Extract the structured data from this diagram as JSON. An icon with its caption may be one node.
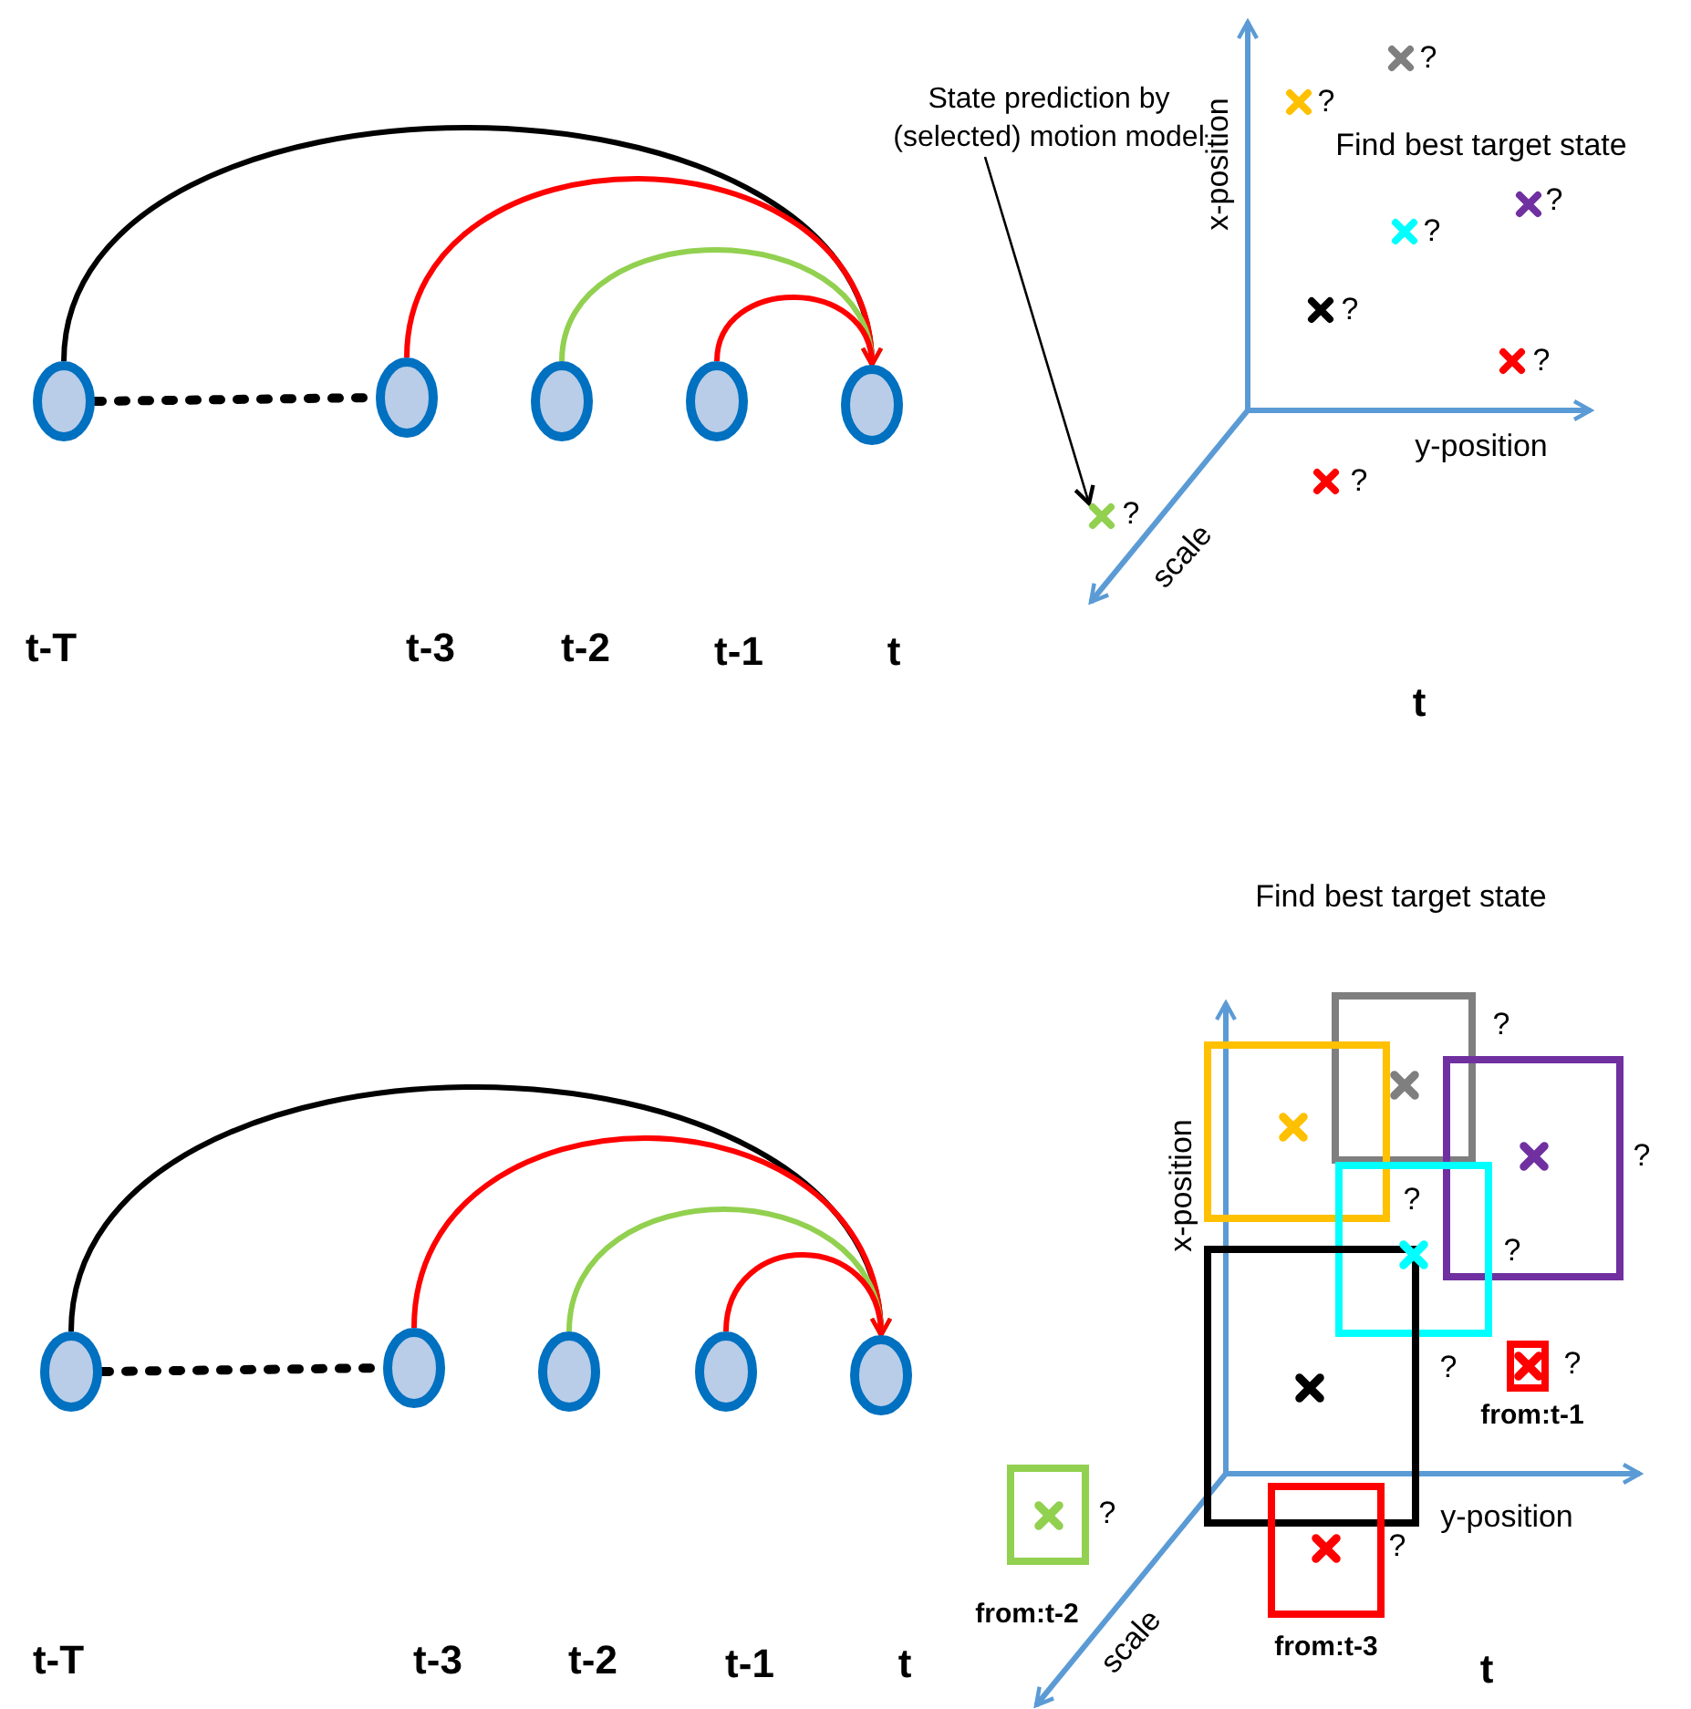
{
  "diagram": {
    "nodes": [
      {
        "text": [],
        "shape": "circle"
      },
      {
        "text": [],
        "shape": "circle"
      },
      {
        "text": [],
        "shape": "circle"
      },
      {
        "text": [],
        "shape": "circle"
      },
      {
        "text": [],
        "shape": "circle"
      },
      {
        "text": [
          "State prediction by (selected) motion model"
        ]
      },
      {
        "text": [],
        "shape": "cross",
        "beside": [
          "?"
        ]
      },
      {
        "text": [],
        "shape": "cross",
        "beside": [
          "?"
        ]
      },
      {
        "text": [],
        "shape": "cross",
        "beside": [
          "?"
        ]
      },
      {
        "text": [],
        "shape": "cross",
        "beside": [
          "?"
        ]
      },
      {
        "text": [],
        "shape": "cross",
        "beside": [
          "?"
        ]
      },
      {
        "text": [],
        "shape": "cross",
        "beside": [
          "?"
        ]
      },
      {
        "text": [],
        "shape": "cross",
        "beside": [
          "?"
        ]
      },
      {
        "text": [],
        "shape": "cross",
        "beside": [
          "?"
        ]
      },
      {
        "text": [],
        "shape": "circle"
      },
      {
        "text": [],
        "shape": "circle"
      },
      {
        "text": [],
        "shape": "circle"
      },
      {
        "text": [],
        "shape": "circle"
      },
      {
        "text": [],
        "shape": "circle"
      },
      {
        "text": [],
        "shape": "box",
        "beside": [
          "?"
        ]
      },
      {
        "text": [],
        "shape": "box",
        "beside": [
          "?"
        ]
      },
      {
        "text": [],
        "shape": "box",
        "beside": [
          "?"
        ]
      },
      {
        "text": [],
        "shape": "box",
        "beside": [
          "?"
        ]
      },
      {
        "text": [],
        "shape": "box",
        "beside": [
          "?"
        ]
      },
      {
        "text": [],
        "shape": "box",
        "beside": [
          "?",
          "from:t-1"
        ]
      },
      {
        "text": [],
        "shape": "box",
        "beside": [
          "?",
          "from:t-2"
        ]
      },
      {
        "text": [],
        "shape": "box",
        "beside": [
          "?",
          "from:t-3"
        ]
      }
    ],
    "edges": [
      {
        "from": 0,
        "to": 4,
        "arrow": "to"
      },
      {
        "from": 1,
        "to": 4,
        "arrow": "to",
        "color": "#ff0000"
      },
      {
        "from": 2,
        "to": 4,
        "arrow": "to",
        "color": "#92d050"
      },
      {
        "from": 3,
        "to": 4,
        "arrow": "to",
        "color": "#ff0000"
      },
      {
        "from": 0,
        "to": 1,
        "arrow": "none",
        "style": "dashed"
      },
      {
        "from": 5,
        "to": 13,
        "arrow": "to"
      },
      {
        "from": 14,
        "to": 18,
        "arrow": "to"
      },
      {
        "from": 15,
        "to": 18,
        "arrow": "to",
        "color": "#ff0000"
      },
      {
        "from": 16,
        "to": 18,
        "arrow": "to",
        "color": "#92d050"
      },
      {
        "from": 17,
        "to": 18,
        "arrow": "to",
        "color": "#ff0000"
      },
      {
        "from": 14,
        "to": 15,
        "arrow": "none",
        "style": "dashed"
      }
    ],
    "labels": [
      "Find best target state",
      "x-position",
      "y-position",
      "scale",
      "t-T",
      "t-3",
      "t-2",
      "t-1",
      "t",
      "t",
      "Find best target state",
      "x-position",
      "y-position",
      "scale",
      "t-T",
      "t-3",
      "t-2",
      "t-1",
      "t",
      "t"
    ]
  }
}
